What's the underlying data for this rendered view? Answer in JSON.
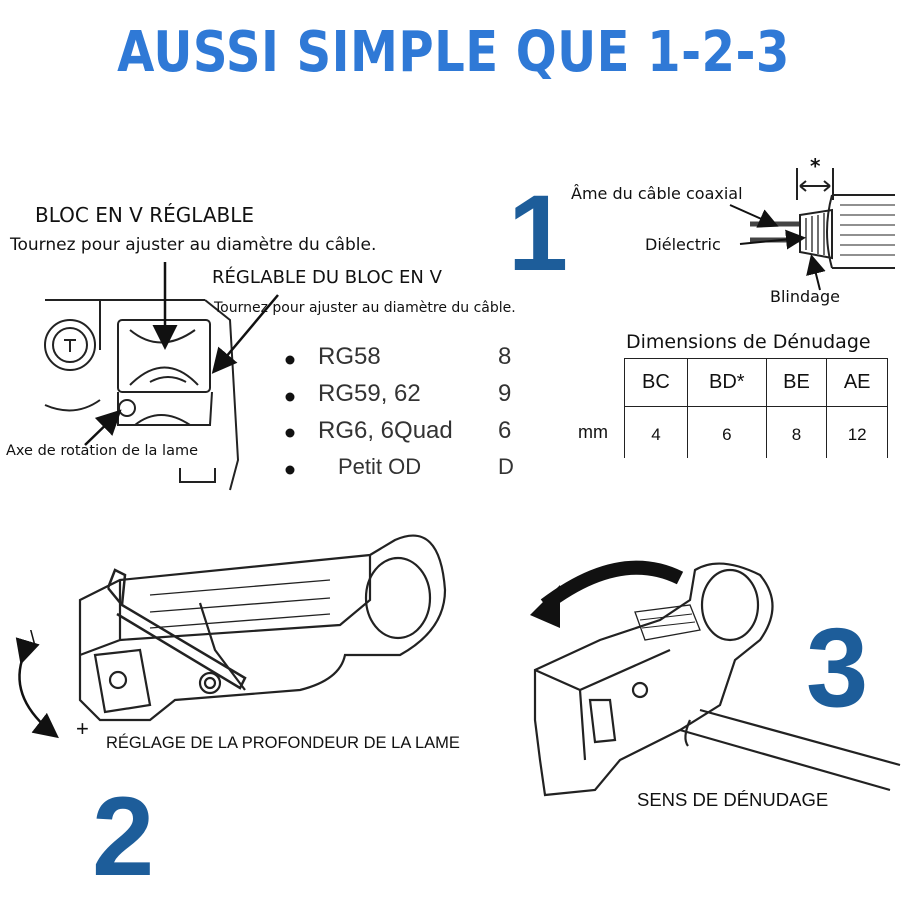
{
  "colors": {
    "title": "#2f79d6",
    "numbers": "#1d5d9a",
    "ink": "#1a1a1a"
  },
  "title": "AUSSI SIMPLE QUE 1-2-3",
  "steps": [
    "1",
    "2",
    "3"
  ],
  "block": {
    "v_block_title": "BLOC EN V RÉGLABLE",
    "v_block_desc": "Tournez pour ajuster au diamètre du câble.",
    "adjust_title": "RÉGLABLE DU BLOC EN V",
    "adjust_desc": "Tournez pour ajuster au diamètre du câble.",
    "axis_label": "Axe de rotation de la lame"
  },
  "cables": [
    {
      "name": "RG58",
      "value": "8"
    },
    {
      "name": "RG59, 62",
      "value": "9"
    },
    {
      "name": "RG6, 6Quad",
      "value": "6"
    },
    {
      "name": "Petit OD",
      "value": "D"
    }
  ],
  "coax": {
    "core": "Âme du câble coaxial",
    "dielectric": "Diélectric",
    "shield": "Blindage",
    "asterisk": "*"
  },
  "strip_table": {
    "title": "Dimensions de Dénudage",
    "headers": [
      "BC",
      "BD*",
      "BE",
      "AE"
    ],
    "row_label": "mm",
    "values": [
      "4",
      "6",
      "8",
      "12"
    ]
  },
  "step2": {
    "label": "RÉGLAGE DE LA PROFONDEUR DE LA LAME",
    "minus": "\\",
    "plus": "+"
  },
  "step3": {
    "label": "SENS DE DÉNUDAGE"
  }
}
